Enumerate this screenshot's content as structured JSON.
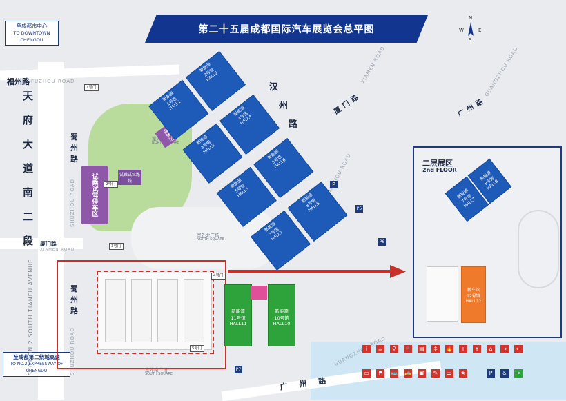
{
  "title": "第二十五届成都国际汽车展览会总平图",
  "compass": {
    "n": "N",
    "w": "W",
    "e": "E",
    "s": "S"
  },
  "signs": {
    "downtown_cn": "至成都市中心",
    "downtown_en": "TO DOWNTOWN CHENGDU",
    "expressway_cn": "至成都第二绕城高速",
    "expressway_en": "TO NO.2 EXPRESSWAY OF CHENGDU"
  },
  "roads": {
    "fuzhou_cn": "福州路",
    "fuzhou_en": "FUZHOU ROAD",
    "tianfu_cn": [
      "天",
      "府",
      "大",
      "道",
      "南",
      "二",
      "段"
    ],
    "tianfu_en": "SECTION 2 SOUTH TIANFU AVENUE",
    "shuzhou_cn": [
      "蜀",
      "州",
      "路"
    ],
    "shuzhou_en": "SHUZHOU ROAD",
    "shuzhou_cn_lower": [
      "蜀",
      "州",
      "路"
    ],
    "shuzhou_en_lower": "SHUZHOU ROAD",
    "ximen_cn": "厦门路",
    "ximen_en": "XIAMEN ROAD",
    "ximen_cn_v": [
      "厦",
      "门",
      "路"
    ],
    "ximen_en_v": "XIAMEN ROAD",
    "hanzhou_cn": [
      "汉",
      "州",
      "路"
    ],
    "hanzhou_en": "HANZHOU ROAD",
    "guangzhou_cn_v": [
      "广",
      "州",
      "路"
    ],
    "guangzhou_en_v": "GUANGZHOU ROAD",
    "guangzhou_cn_h": [
      "广",
      "州",
      "路"
    ],
    "guangzhou_en_h": "GUANGZHOU ROAD"
  },
  "areas": {
    "north_square_cn": "室外北广场",
    "north_square_en": "NORTH SQUARE",
    "east_square_cn": "室外北广场",
    "east_square_en": "NORTH SQUARE",
    "south_square_cn": "室外南广场",
    "south_square_en": "SOUTH SQUARE",
    "test_drive_parking": "试乘试驾停车区",
    "test_drive_route": "试乘试驾路线",
    "media_zone": "媒体区"
  },
  "halls": [
    {
      "cn": "新能源",
      "num": "1号馆",
      "en": "HALL1"
    },
    {
      "cn": "新能源",
      "num": "2号馆",
      "en": "HALL2"
    },
    {
      "cn": "新能源",
      "num": "3号馆",
      "en": "HALL3"
    },
    {
      "cn": "新能源",
      "num": "4号馆",
      "en": "HALL4"
    },
    {
      "cn": "新能源",
      "num": "5号馆",
      "en": "HALL5"
    },
    {
      "cn": "新能源",
      "num": "6号馆",
      "en": "HALL6"
    },
    {
      "cn": "新能源",
      "num": "7号馆",
      "en": "HALL7"
    },
    {
      "cn": "新能源",
      "num": "8号馆",
      "en": "HALL8"
    }
  ],
  "green_halls": [
    {
      "cn": "新能源",
      "num": "11号馆",
      "en": "HALL11"
    },
    {
      "cn": "新能源",
      "num": "10号馆",
      "en": "HALL10"
    }
  ],
  "second_floor": {
    "title_cn": "二层展区",
    "title_en": "2nd FLOOR",
    "halls": [
      {
        "cn": "新能源",
        "num": "7号馆",
        "en": "HALL7"
      },
      {
        "cn": "新能源",
        "num": "8号馆",
        "en": "HALL8"
      }
    ],
    "orange_hall": {
      "cn": "新车馆",
      "num": "12号馆",
      "en": "HALL12"
    }
  },
  "gates": [
    "1号门",
    "2号门",
    "3号门",
    "4号门",
    "5号门"
  ],
  "parking": [
    "P",
    "P5",
    "P6",
    "P7"
  ],
  "colors": {
    "banner": "#12358f",
    "hall_blue": "#1e5bb8",
    "hall_green": "#2fa33b",
    "hall_orange": "#ef7a2b",
    "highlight_red": "#c8302a",
    "test_drive_purple": "#8e57a8",
    "lawn": "#b9dc9c"
  }
}
